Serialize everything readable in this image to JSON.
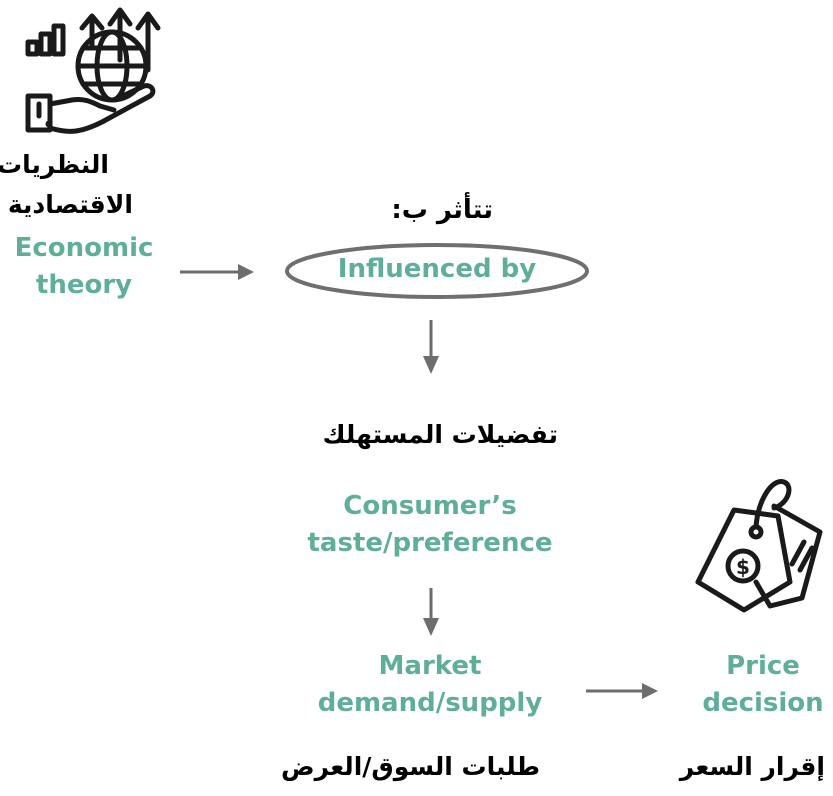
{
  "colors": {
    "accent": "#5fae9a",
    "arrow": "#6d6d6d",
    "ink": "#1a1a1a"
  },
  "icons": {
    "economic": "globe-growth-hand-icon",
    "price": "price-tags-icon"
  },
  "economic_theory": {
    "arabic_line1": "النظريات",
    "arabic_line2": "الاقتصادية",
    "english_line1": "Economic",
    "english_line2": "theory"
  },
  "influenced": {
    "arabic": "تتأثر ب:",
    "english": "Influenced by"
  },
  "consumer": {
    "arabic": "تفضيلات المستهلك",
    "english_line1": "Consumer’s",
    "english_line2": "taste/preference"
  },
  "market": {
    "english_line1": "Market",
    "english_line2": "demand/supply",
    "arabic": "طلبات السوق/العرض"
  },
  "price": {
    "english_line1": "Price",
    "english_line2": "decision",
    "arabic": "إقرار السعر"
  }
}
